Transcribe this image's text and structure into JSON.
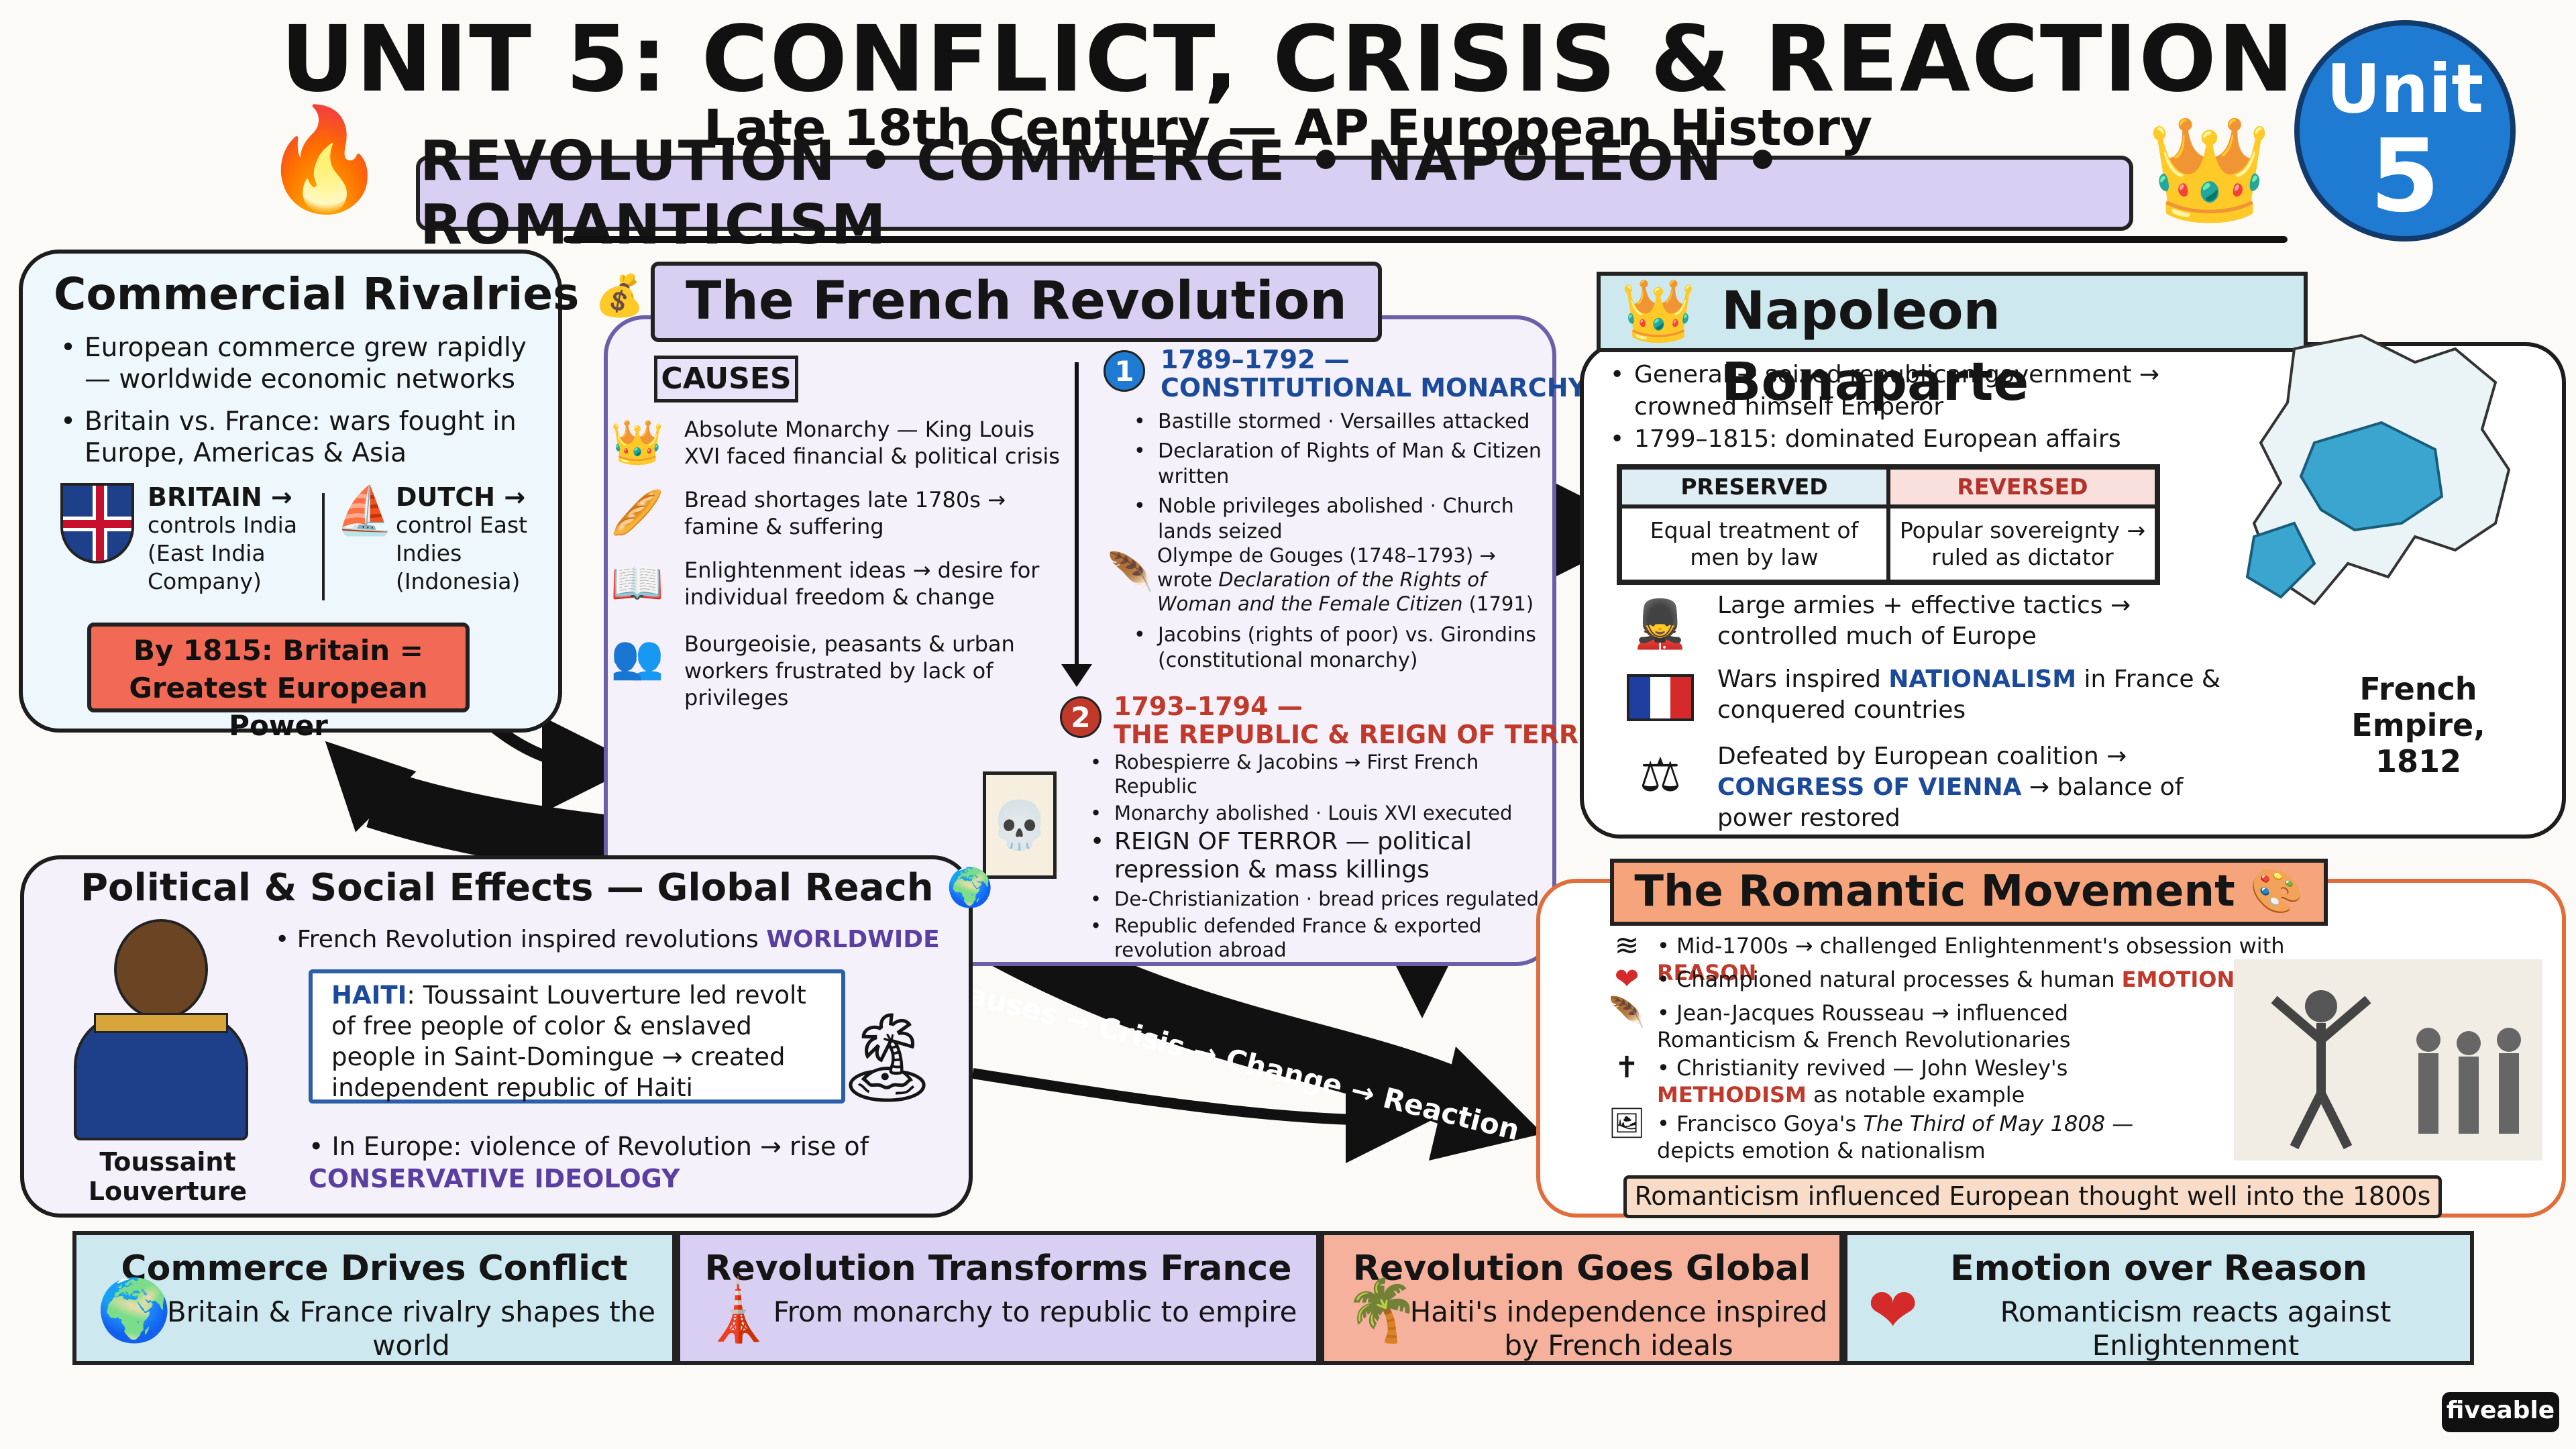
{
  "header": {
    "title": "UNIT 5: CONFLICT, CRISIS & REACTION",
    "subtitle": "Late 18th Century — AP European History",
    "banner": "REVOLUTION • COMMERCE • NAPOLEON • ROMANTICISM",
    "unit_badge": {
      "line1": "Unit",
      "line2": "5"
    }
  },
  "commercial": {
    "title": "Commercial Rivalries",
    "points": [
      "European commerce grew rapidly — worldwide economic networks",
      "Britain vs. France: wars fought in Europe, Americas & Asia"
    ],
    "britain": {
      "head": "BRITAIN →",
      "body": "controls India (East India Company)"
    },
    "dutch": {
      "head": "DUTCH →",
      "body": "control East Indies (Indonesia)"
    },
    "callout": "By 1815: Britain = Greatest European Power"
  },
  "french": {
    "title": "The French Revolution",
    "causes_label": "CAUSES",
    "causes": [
      {
        "icon": "crown-icon",
        "text": "Absolute Monarchy — King Louis XVI faced financial & political crisis"
      },
      {
        "icon": "bread-icon",
        "text": "Bread shortages late 1780s → famine & suffering"
      },
      {
        "icon": "book-icon",
        "text": "Enlightenment ideas → desire for individual freedom & change"
      },
      {
        "icon": "people-icon",
        "text": "Bourgeoisie, peasants & urban workers frustrated by lack of privileges"
      }
    ],
    "phase1": {
      "num": "1",
      "title_line1": "1789–1792 —",
      "title_line2": "CONSTITUTIONAL MONARCHY",
      "points": [
        "Bastille stormed · Versailles attacked",
        "Declaration of Rights of Man & Citizen written",
        "Noble privileges abolished · Church lands seized"
      ],
      "olympe_pre": "Olympe de Gouges (1748–1793) → wrote ",
      "olympe_italic": "Declaration of the Rights of Woman and the Female Citizen",
      "olympe_post": " (1791)",
      "jacobins": "Jacobins (rights of poor) vs. Girondins (constitutional monarchy)"
    },
    "phase2": {
      "num": "2",
      "title_line1": "1793–1794 —",
      "title_line2": "THE REPUBLIC & REIGN OF TERROR",
      "points": [
        "Robespierre & Jacobins → First French Republic",
        "Monarchy abolished · Louis XVI executed",
        "REIGN OF TERROR — political repression & mass killings",
        "De-Christianization · bread prices regulated",
        "Republic defended France & exported revolution abroad"
      ]
    }
  },
  "napoleon": {
    "title": "Napoleon Bonaparte",
    "points": [
      "General → seized republican government → crowned himself Emperor",
      "1799–1815: dominated European affairs"
    ],
    "table": {
      "preserved_head": "PRESERVED",
      "reversed_head": "REVERSED",
      "preserved_body": "Equal treatment of men by law",
      "reversed_body": "Popular sovereignty → ruled as dictator"
    },
    "rows": [
      {
        "icon": "soldiers-icon",
        "text": "Large armies + effective tactics → controlled much of Europe"
      },
      {
        "icon": "french-flag-icon",
        "pre": "Wars inspired ",
        "kw": "NATIONALISM",
        "post": " in France & conquered countries"
      },
      {
        "icon": "scales-icon",
        "pre": "Defeated by European coalition → ",
        "kw": "CONGRESS OF VIENNA",
        "post": " → balance of power restored"
      }
    ],
    "map_caption": "French Empire, 1812"
  },
  "political": {
    "title": "Political & Social Effects — Global Reach",
    "p1_pre": "French Revolution inspired revolutions ",
    "p1_kw": "WORLDWIDE",
    "haiti_kw": "HAITI",
    "haiti_body": ": Toussaint Louverture led revolt of free people of color & enslaved people in Saint-Domingue → created independent republic of Haiti",
    "p2_pre": "In Europe: violence of Revolution → rise of ",
    "p2_kw": "CONSERVATIVE IDEOLOGY",
    "portrait_caption": "Toussaint Louverture"
  },
  "arrow_text": "Causes → Crisis → Change → Reaction",
  "romantic": {
    "title": "The Romantic Movement",
    "rows": [
      {
        "icon": "waves-icon",
        "pre": "Mid-1700s → challenged Enlightenment's obsession with ",
        "kw": "REASON",
        "post": ""
      },
      {
        "icon": "heart-icon",
        "pre": "Championed natural processes & human ",
        "kw": "EMOTIONS",
        "post": ""
      },
      {
        "icon": "quill-icon",
        "pre": "Jean-Jacques Rousseau → influenced Romanticism & French Revolutionaries",
        "kw": "",
        "post": ""
      },
      {
        "icon": "cross-icon",
        "pre": "Christianity revived — John Wesley's ",
        "kw": "METHODISM",
        "post": " as notable example"
      },
      {
        "icon": "painting-icon",
        "pre": "Francisco Goya's ",
        "italic": "The Third of May 1808",
        "post": " — depicts emotion & nationalism"
      }
    ],
    "footer": "Romanticism influenced European thought well into the 1800s"
  },
  "strip": [
    {
      "icon": "globe-icon",
      "title": "Commerce Drives Conflict",
      "body": "Britain & France rivalry shapes the world",
      "color": "#cde8ef"
    },
    {
      "icon": "guillotine-icon",
      "title": "Revolution Transforms France",
      "body": "From monarchy to republic to empire",
      "color": "#d9cff2"
    },
    {
      "icon": "palm-icon",
      "title": "Revolution Goes Global",
      "body": "Haiti's independence inspired by French ideals",
      "color": "#f6b19c"
    },
    {
      "icon": "heart-icon",
      "title": "Emotion over Reason",
      "body": "Romanticism reacts against Enlightenment",
      "color": "#cde8ef"
    }
  ],
  "brand": "fiveable",
  "colors": {
    "purple": "#d9cff2",
    "teal": "#cde8ef",
    "coral": "#f26a56",
    "blue": "#1f7ad1",
    "red": "#c0392b"
  }
}
